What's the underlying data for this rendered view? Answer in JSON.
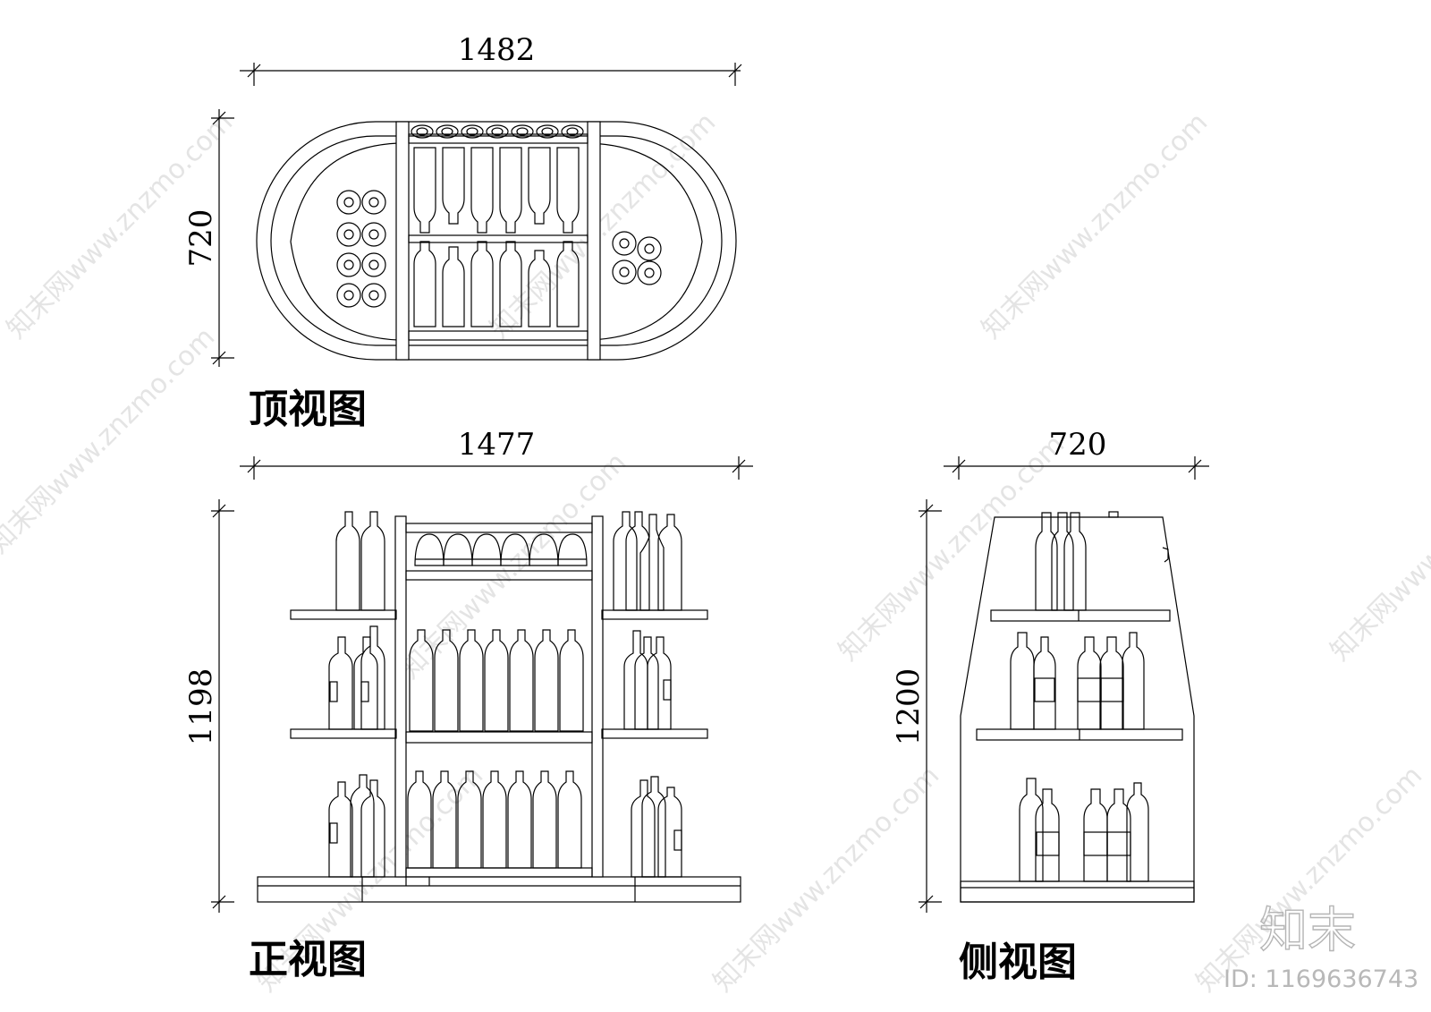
{
  "views": {
    "top": {
      "title": "顶视图",
      "width_dim": "1482",
      "depth_dim": "720"
    },
    "front": {
      "title": "正视图",
      "width_dim": "1477",
      "height_dim": "1198"
    },
    "side": {
      "title": "侧视图",
      "width_dim": "720",
      "height_dim": "1200"
    }
  },
  "watermark": {
    "text": "知末网www.znzmo.com",
    "logo": "知末",
    "id": "ID: 1169636743"
  }
}
